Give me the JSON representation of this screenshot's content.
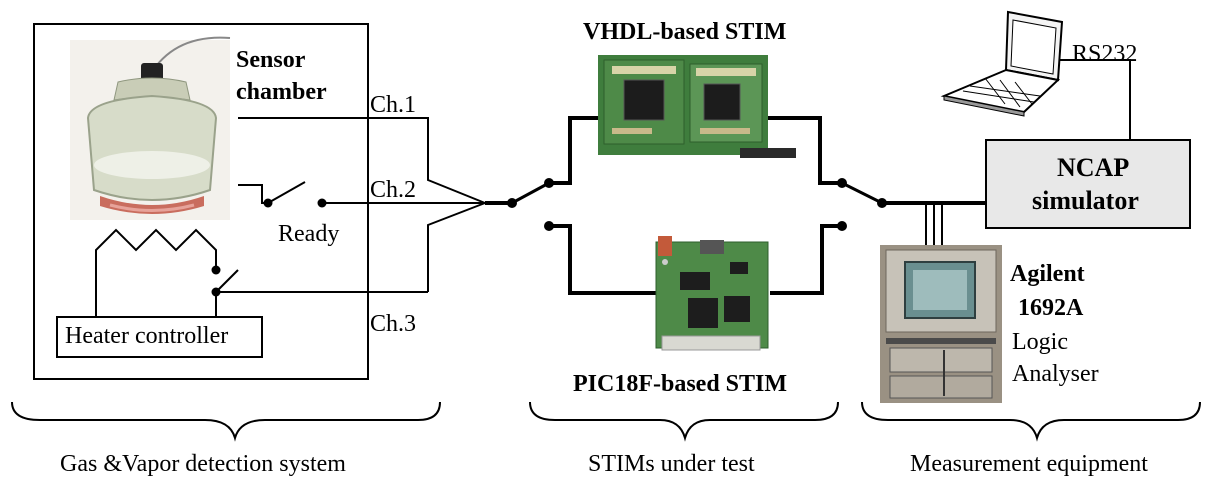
{
  "gas_system": {
    "sensor_label_1": "Sensor",
    "sensor_label_2": "chamber",
    "ch1": "Ch.1",
    "ch2": "Ch.2",
    "ch3": "Ch.3",
    "ready": "Ready",
    "heater": "Heater controller",
    "caption": "Gas &Vapor detection system"
  },
  "stims": {
    "vhdl": "VHDL-based STIM",
    "pic": "PIC18F-based STIM",
    "caption": "STIMs under test"
  },
  "measurement": {
    "rs232": "RS232",
    "ncap_1": "NCAP",
    "ncap_2": "simulator",
    "agilent_1": "Agilent",
    "agilent_2": "1692A",
    "agilent_3": "Logic",
    "agilent_4": "Analyser",
    "caption": "Measurement equipment"
  },
  "colors": {
    "pcb_green": "#4e8a48",
    "ncap_fill": "#e8e8e8",
    "analyser_frame": "#9a9183"
  }
}
